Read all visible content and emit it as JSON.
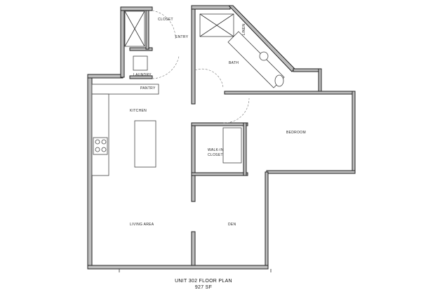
{
  "rooms": {
    "closet": "CLOSET",
    "entry": "ENTRY",
    "laundry": "LAUNDRY",
    "pantry": "PANTRY",
    "bath": "BATH",
    "linen": "LINEN",
    "kitchen": "KITCHEN",
    "bedroom": "BEDROOM",
    "walk_in_closet_1": "WALK-IN",
    "walk_in_closet_2": "CLOSET",
    "living_area": "LIVING AREA",
    "den": "DEN"
  },
  "title": {
    "line1": "UNIT 302 FLOOR PLAN",
    "line2": "927 SF"
  }
}
